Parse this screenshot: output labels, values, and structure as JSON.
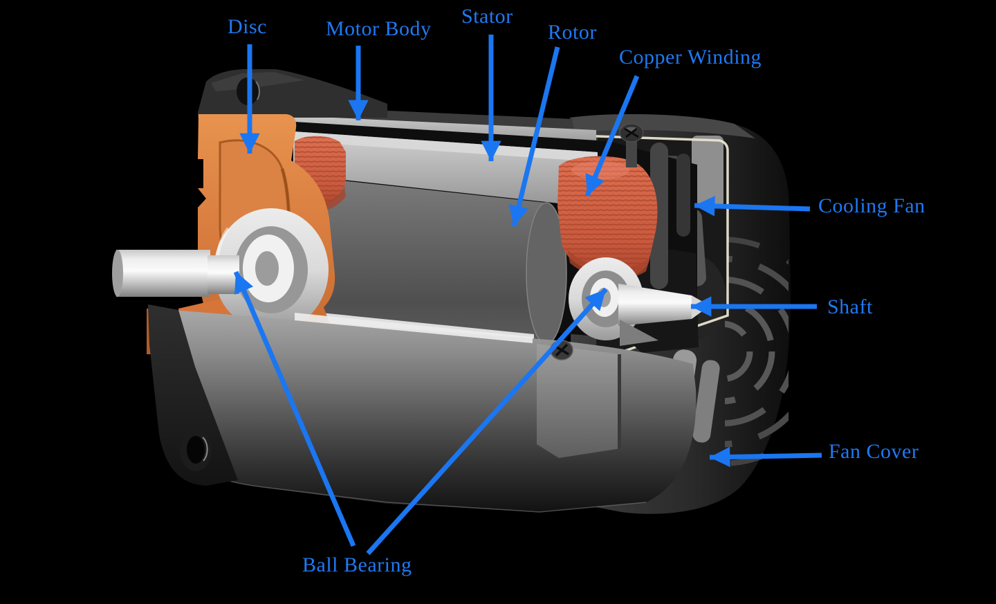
{
  "diagram": {
    "background": "#000000",
    "accent_blue": "#1b76f1",
    "labels": [
      {
        "id": "disc",
        "text": "Disc"
      },
      {
        "id": "motor-body",
        "text": "Motor Body"
      },
      {
        "id": "stator",
        "text": "Stator"
      },
      {
        "id": "rotor",
        "text": "Rotor"
      },
      {
        "id": "copper-winding",
        "text": "Copper Winding"
      },
      {
        "id": "cooling-fan",
        "text": "Cooling Fan"
      },
      {
        "id": "shaft",
        "text": "Shaft"
      },
      {
        "id": "fan-cover",
        "text": "Fan Cover"
      },
      {
        "id": "ball-bearing",
        "text": "Ball Bearing"
      }
    ],
    "colors": {
      "label_blue": "#1f79f3",
      "arrow_blue": "#1b76f1",
      "disc_orange": "#d4773b",
      "copper_winding": "#cf5f43",
      "metal_light": "#d9d9d9",
      "metal_dark": "#2a2a2a",
      "cream_edge": "#e9e4d0"
    }
  }
}
